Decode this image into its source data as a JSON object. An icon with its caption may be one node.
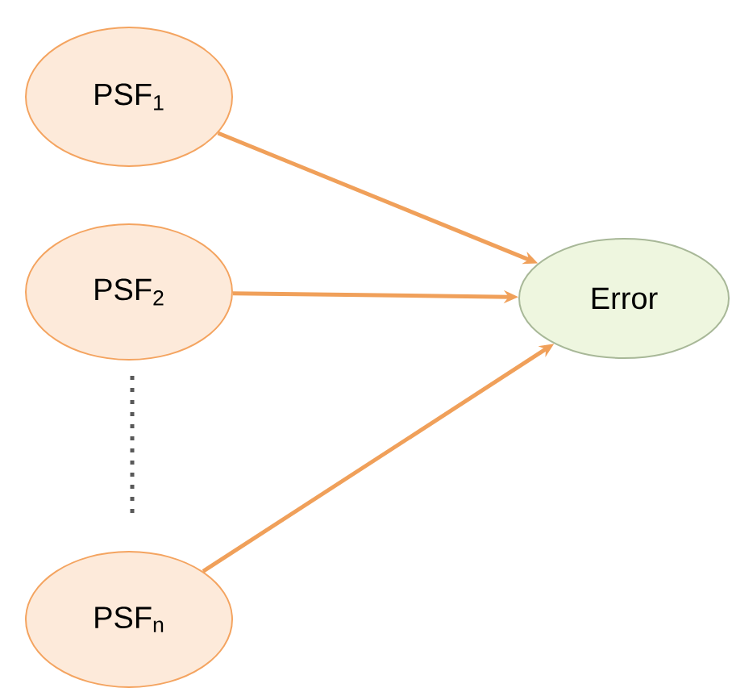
{
  "diagram": {
    "nodes": [
      {
        "text": [
          "PSF$_{1}$"
        ]
      },
      {
        "text": [
          "PSF$_{2}$"
        ]
      },
      {
        "text": [
          "PSF$_{n}$"
        ]
      },
      {
        "text": [
          "Error"
        ]
      }
    ],
    "edges": [
      {
        "from": 0,
        "to": 3,
        "arrow": "to"
      },
      {
        "from": 1,
        "to": 3,
        "arrow": "to"
      },
      {
        "from": 2,
        "to": 3,
        "arrow": "to"
      }
    ]
  }
}
